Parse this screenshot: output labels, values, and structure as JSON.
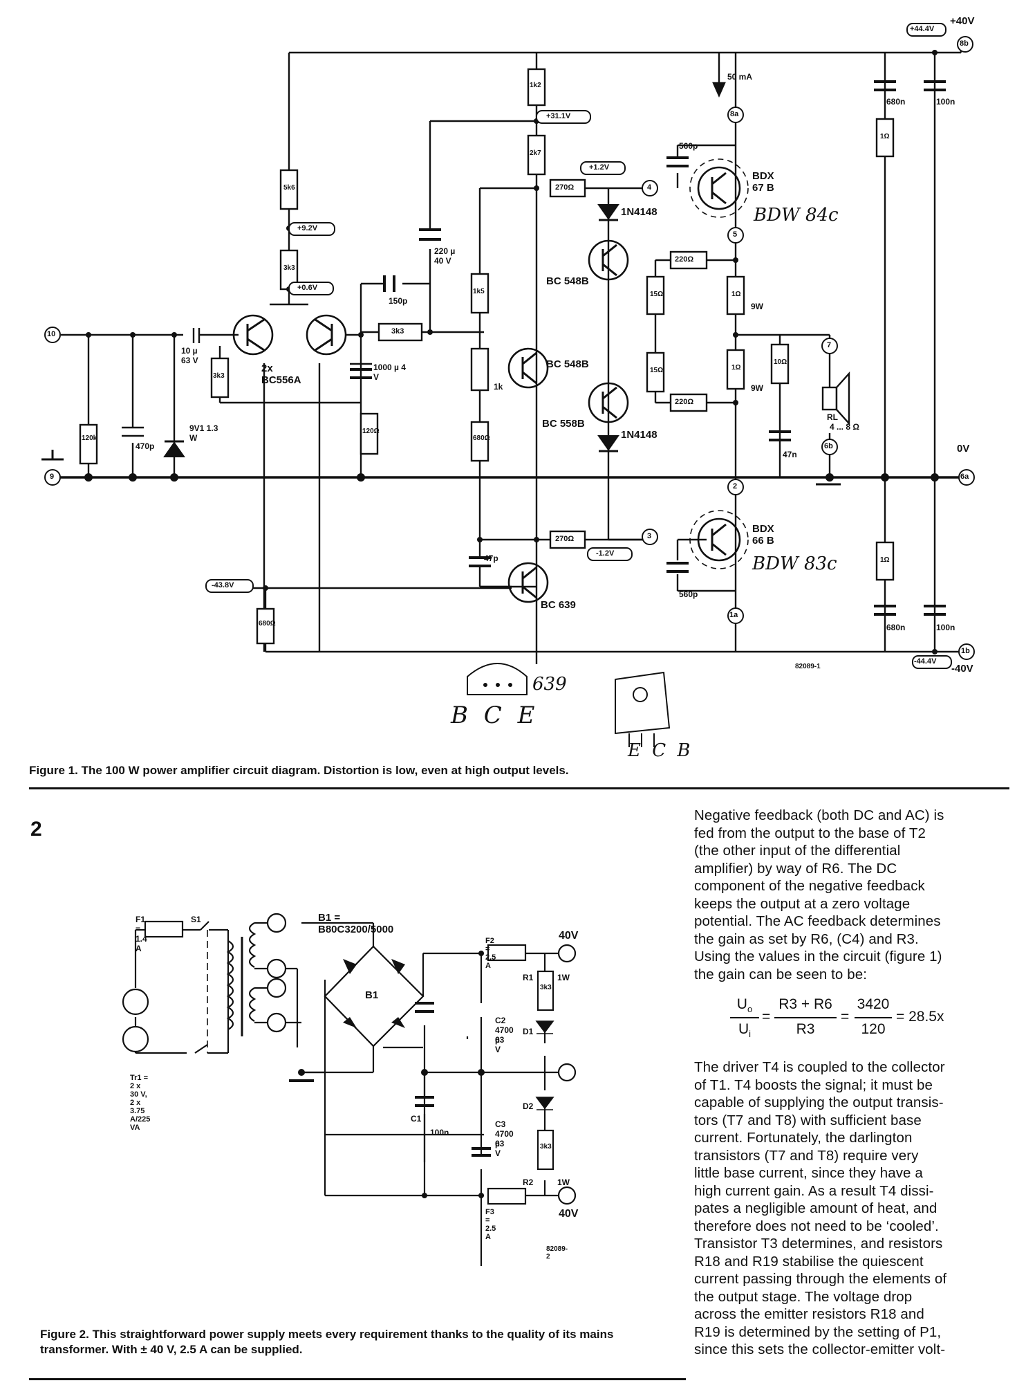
{
  "figure1": {
    "caption": "Figure 1. The 100 W power amplifier circuit diagram. Distortion is low, even at high output levels.",
    "ref": "82089-1",
    "rails": {
      "pos": "+40V",
      "pos_probe": "+44.4V",
      "neg": "-40V",
      "neg_probe": "-44.4V",
      "zero": "0V"
    },
    "terminals": [
      "10",
      "9",
      "8b",
      "8a",
      "6a",
      "6b",
      "7",
      "4",
      "5",
      "2",
      "3",
      "1a",
      "1b"
    ],
    "probes": [
      "+31.1V",
      "+9.2V",
      "+0.6V",
      "+1.2V",
      "-1.2V",
      "-43.8V"
    ],
    "current": "50 mA",
    "transistors": {
      "T1T2": "2x BC556A",
      "T3": "BC 548B",
      "T4": "BC 639",
      "T5": "BC 548B",
      "T6": "BC 558B",
      "T7": "BDX 67 B",
      "T8": "BDX 66 B",
      "T7_note": "BDW 84c",
      "T8_note": "BDW 83c"
    },
    "diodes": {
      "D1": "9V1 1.3 W",
      "D2": "1N4148",
      "D3": "1N4148"
    },
    "resistors": {
      "R1": "120k",
      "R2": "3k3",
      "R3": "120Ω",
      "R4": "680Ω",
      "R5": "3k3",
      "R6": "3k3",
      "R7": "1k5",
      "R8": "680Ω",
      "R9": "5k6",
      "R10": "1k2",
      "R11": "2k7",
      "R12": "270Ω",
      "R13": "270Ω",
      "R14": "15Ω",
      "R15": "15Ω",
      "R16": "220Ω",
      "R17": "220Ω",
      "R18": "1Ω",
      "R19": "1Ω",
      "R20": "10Ω",
      "R21": "1Ω",
      "R22": "1Ω",
      "P1": "1k"
    },
    "capacitors": {
      "C1": "470p",
      "C2": "10 µ 63 V",
      "C3": "150p",
      "C4": "1000 µ 4 V",
      "C5": "220 µ 40 V",
      "C6": "47p",
      "C7": "560p",
      "C8": "560p",
      "C9": "47n",
      "C10": "680n",
      "C11": "680n",
      "C12": "100n",
      "C13": "100n"
    },
    "power_labels": {
      "r18": "9W",
      "r19": "9W"
    },
    "load": {
      "name": "RL",
      "value": "4 ... 8 Ω"
    },
    "handwriting": {
      "pkg1": "639",
      "pins1": "B C E",
      "pins2": "E C B"
    }
  },
  "figure2": {
    "number": "2",
    "caption": "Figure 2. This straightforward power supply meets every requirement thanks to the quality of its mains transformer. With ± 40 V, 2.5 A can be supplied.",
    "ref": "82089-2",
    "fuse1": "F1 = 1.4 A",
    "switch": "S1",
    "bridge": "B1 = B80C3200/5000",
    "bridge_short": "B1",
    "transformer": "Tr1 = 2 x 30 V, 2 x 3.75 A/225 VA",
    "fuse2": "F2 = 2.5 A",
    "fuse3": "F3 = 2.5 A",
    "r1": "R1",
    "r1_val": "3k3",
    "r1_pow": "1W",
    "r2": "R2",
    "r2_val": "3k3",
    "r2_pow": "1W",
    "c1": "C1",
    "c1_val": "100n",
    "c2": "C2",
    "c2_val": "4700 µ",
    "c2_volt": "63 V",
    "c3": "C3",
    "c3_val": "4700 µ",
    "c3_volt": "63 V",
    "d1": "D1",
    "d2": "D2",
    "out_pos": "40V",
    "out_neg": "40V"
  },
  "text_column": [
    "Negative feedback (both DC and AC) is",
    "fed from the output to the base of T2",
    "(the other input of the differential",
    "amplifier) by way of R6. The DC",
    "component of the negative feedback",
    "keeps the output at a zero voltage",
    "potential. The AC feedback determines",
    "the gain as set by R6, (C4) and R3.",
    "Using the values in the circuit (figure 1)",
    "the gain can be seen to be:"
  ],
  "formula": {
    "lhs_num": "U",
    "lhs_num_sub": "o",
    "lhs_den": "U",
    "lhs_den_sub": "i",
    "mid_num": "R3 + R6",
    "mid_den": "R3",
    "r_num": "3420",
    "r_den": "120",
    "result": "= 28.5x"
  },
  "text_column2": [
    "The driver T4 is coupled to the collector",
    "of T1. T4 boosts the signal; it must be",
    "capable of supplying the output transis-",
    "tors (T7 and T8) with sufficient base",
    "current. Fortunately, the darlington",
    "transistors (T7 and T8) require very",
    "little base current, since they have a",
    "high current gain. As a result T4 dissi-",
    "pates a negligible amount of heat, and",
    "therefore does not need to be ‘cooled’.",
    "Transistor T3 determines, and resistors",
    "R18 and R19 stabilise the quiescent",
    "current passing through the elements of",
    "the output stage. The voltage drop",
    "across the emitter resistors R18 and",
    "R19 is determined by the setting of P1,",
    "since this sets the collector-emitter volt-"
  ]
}
